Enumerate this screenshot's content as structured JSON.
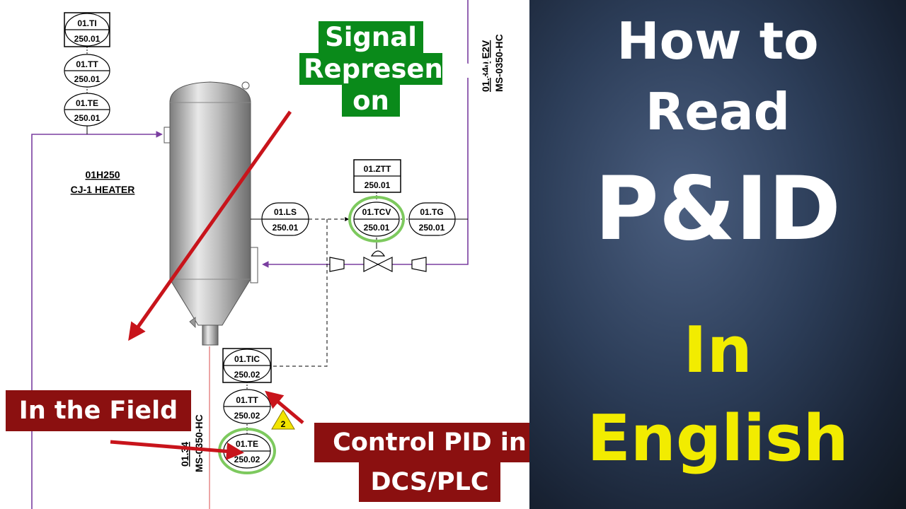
{
  "diagram": {
    "instruments": {
      "ti_top": [
        "01.TI",
        "250.01"
      ],
      "tt_top": [
        "01.TT",
        "250.01"
      ],
      "te_top": [
        "01.TE",
        "250.01"
      ],
      "ztt": [
        "01.ZTT",
        "250.01"
      ],
      "ls": [
        "01.LS",
        "250.01"
      ],
      "tcv": [
        "01.TCV",
        "250.01"
      ],
      "tg": [
        "01.TG",
        "250.01"
      ],
      "tic": [
        "01.TIC",
        "250.02"
      ],
      "tt_bottom": [
        "01.TT",
        "250.02"
      ],
      "te_bottom": [
        "01.TE",
        "250.02"
      ]
    },
    "heater_tag": "01H250",
    "heater_name": "CJ-1 HEATER",
    "line_tag_top": "01.340.E2V",
    "line_spec_top": "MS-0350-HC",
    "line_tag_bottom": "01.34",
    "line_spec_bottom": "MS-0350-HC",
    "revision_marker": "2"
  },
  "callouts": {
    "signal": [
      "Signal",
      "Representati",
      "on"
    ],
    "field": "In the Field",
    "control": [
      "Control PID in",
      "DCS/PLC"
    ]
  },
  "banner": {
    "line1": "How to",
    "line2": "Read",
    "line3": "P&ID",
    "line4": "In",
    "line5": "English"
  },
  "colors": {
    "signal_green": "#0a8a1a",
    "callout_red": "#8b1010",
    "arrow_red": "#c8141b",
    "highlight_green": "#7dc95e",
    "process_purple": "#7a3ea0",
    "title_yellow": "#f2ec00"
  }
}
